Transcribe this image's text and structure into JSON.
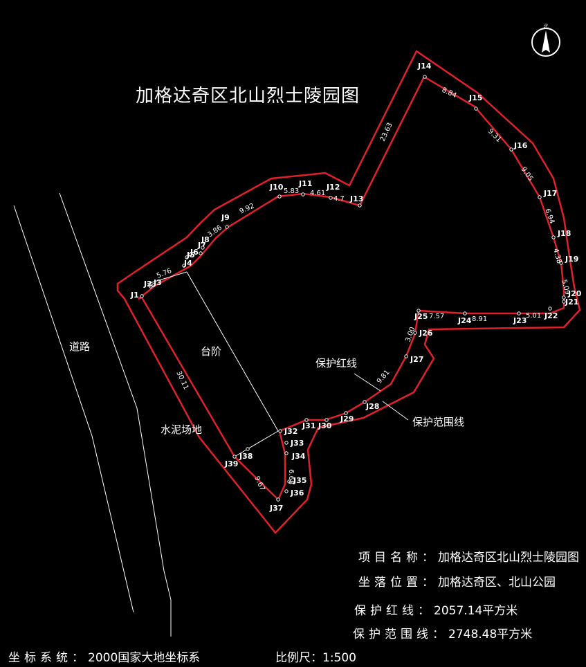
{
  "title": "加格达奇区北山烈士陵园图",
  "labels": {
    "road": "道路",
    "steps": "台阶",
    "cement": "水泥场地",
    "red_line": "保护红线",
    "range_line": "保护范围线"
  },
  "info": {
    "project_label": "项目名称：",
    "project_value": "加格达奇区北山烈士陵园图",
    "location_label": "坐落位置：",
    "location_value": "加格达奇区、北山公园",
    "red_label": "保护红线：",
    "red_value": "2057.14平方米",
    "range_label": "保护范围线：",
    "range_value": "2748.48平方米",
    "coord_label": "坐标系统：",
    "coord_value": "2000国家大地坐标系",
    "scale_label": "比例尺：",
    "scale_value": "1:500"
  },
  "compass_label": "北",
  "colors": {
    "boundary": "#e0202a",
    "line": "#ffffff",
    "background": "#000000"
  },
  "points": [
    {
      "id": "J1"
    },
    {
      "id": "J2"
    },
    {
      "id": "J3"
    },
    {
      "id": "J4"
    },
    {
      "id": "J5"
    },
    {
      "id": "J6"
    },
    {
      "id": "J7"
    },
    {
      "id": "J8"
    },
    {
      "id": "J9"
    },
    {
      "id": "J10"
    },
    {
      "id": "J11"
    },
    {
      "id": "J12"
    },
    {
      "id": "J13"
    },
    {
      "id": "J14"
    },
    {
      "id": "J15"
    },
    {
      "id": "J16"
    },
    {
      "id": "J17"
    },
    {
      "id": "J18"
    },
    {
      "id": "J19"
    },
    {
      "id": "J20"
    },
    {
      "id": "J21"
    },
    {
      "id": "J22"
    },
    {
      "id": "J23"
    },
    {
      "id": "J24"
    },
    {
      "id": "J25"
    },
    {
      "id": "J26"
    },
    {
      "id": "J27"
    },
    {
      "id": "J28"
    },
    {
      "id": "J29"
    },
    {
      "id": "J30"
    },
    {
      "id": "J31"
    },
    {
      "id": "J32"
    },
    {
      "id": "J33"
    },
    {
      "id": "J34"
    },
    {
      "id": "J35"
    },
    {
      "id": "J36"
    },
    {
      "id": "J37"
    },
    {
      "id": "J38"
    },
    {
      "id": "J39"
    }
  ],
  "segments": [
    {
      "text": "5.76"
    },
    {
      "text": "3.86"
    },
    {
      "text": "9.92"
    },
    {
      "text": "5.83"
    },
    {
      "text": "4.61"
    },
    {
      "text": "4.7"
    },
    {
      "text": "23.63"
    },
    {
      "text": "8.84"
    },
    {
      "text": "9.31"
    },
    {
      "text": "9.05"
    },
    {
      "text": "6.94"
    },
    {
      "text": "4.38"
    },
    {
      "text": "5.09"
    },
    {
      "text": "5.01"
    },
    {
      "text": "8.91"
    },
    {
      "text": "7.57"
    },
    {
      "text": "3.00"
    },
    {
      "text": "9.81"
    },
    {
      "text": "9.67"
    },
    {
      "text": "30.11"
    },
    {
      "text": "6.68"
    }
  ]
}
